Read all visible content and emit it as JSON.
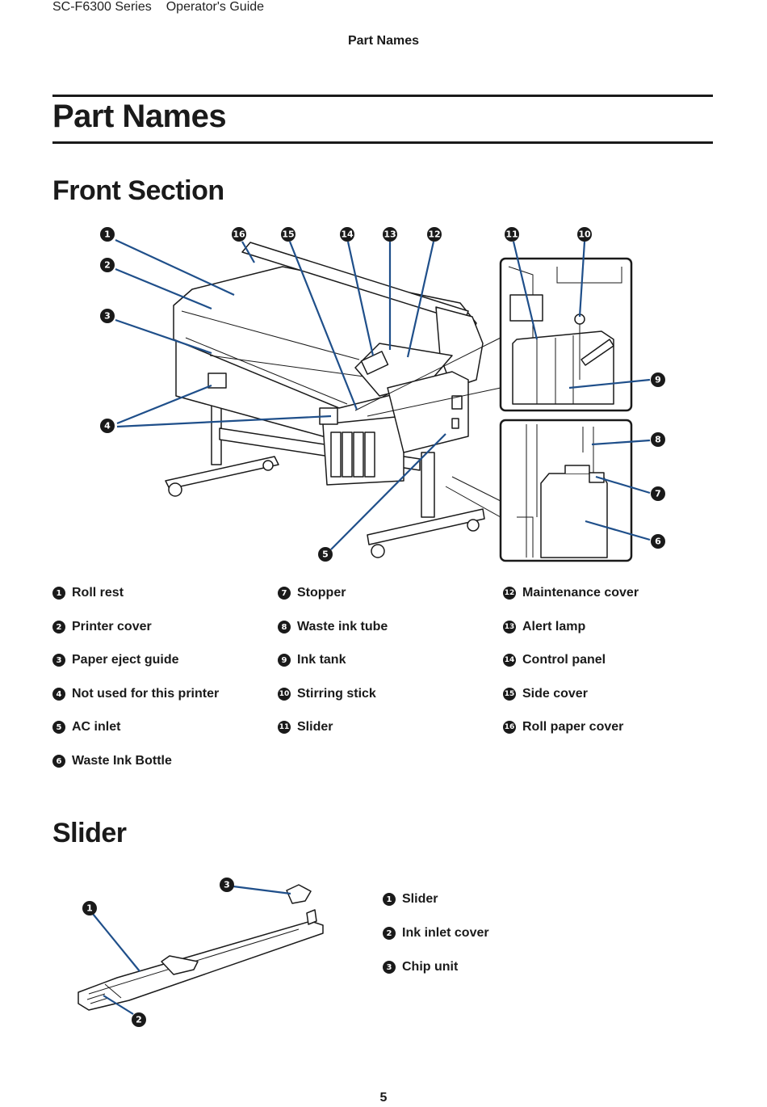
{
  "header": {
    "model": "SC-F6300 Series",
    "guide": "Operator's Guide",
    "section": "Part Names"
  },
  "page_title": "Part Names",
  "front_section": {
    "heading": "Front Section",
    "parts": [
      {
        "num": "1",
        "label": "Roll rest"
      },
      {
        "num": "2",
        "label": "Printer cover"
      },
      {
        "num": "3",
        "label": "Paper eject guide"
      },
      {
        "num": "4",
        "label": "Not used for this printer"
      },
      {
        "num": "5",
        "label": "AC inlet"
      },
      {
        "num": "6",
        "label": "Waste Ink Bottle"
      },
      {
        "num": "7",
        "label": "Stopper"
      },
      {
        "num": "8",
        "label": "Waste ink tube"
      },
      {
        "num": "9",
        "label": "Ink tank"
      },
      {
        "num": "10",
        "label": "Stirring stick"
      },
      {
        "num": "11",
        "label": "Slider"
      },
      {
        "num": "12",
        "label": "Maintenance cover"
      },
      {
        "num": "13",
        "label": "Alert lamp"
      },
      {
        "num": "14",
        "label": "Control panel"
      },
      {
        "num": "15",
        "label": "Side cover"
      },
      {
        "num": "16",
        "label": "Roll paper cover"
      }
    ]
  },
  "slider_section": {
    "heading": "Slider",
    "parts": [
      {
        "num": "1",
        "label": "Slider"
      },
      {
        "num": "2",
        "label": "Ink inlet cover"
      },
      {
        "num": "3",
        "label": "Chip unit"
      }
    ]
  },
  "page_number": "5"
}
